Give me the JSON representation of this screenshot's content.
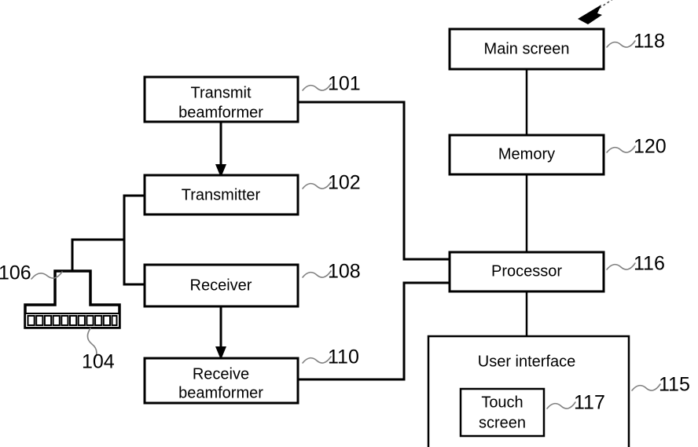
{
  "figure": {
    "title": "Ultrasound system block diagram",
    "line_color": "#000000",
    "lead_color": "#808080",
    "background": "#ffffff"
  },
  "blocks": [
    {
      "id": "transmit-beamformer",
      "label_line1": "Transmit",
      "label_line2": "beamformer",
      "ref": "101"
    },
    {
      "id": "transmitter",
      "label_line1": "Transmitter",
      "label_line2": "",
      "ref": "102"
    },
    {
      "id": "receiver",
      "label_line1": "Receiver",
      "label_line2": "",
      "ref": "108"
    },
    {
      "id": "receive-beamformer",
      "label_line1": "Receive",
      "label_line2": "beamformer",
      "ref": "110"
    },
    {
      "id": "main-screen",
      "label_line1": "Main screen",
      "label_line2": "",
      "ref": "118"
    },
    {
      "id": "memory",
      "label_line1": "Memory",
      "label_line2": "",
      "ref": "120"
    },
    {
      "id": "processor",
      "label_line1": "Processor",
      "label_line2": "",
      "ref": "116"
    },
    {
      "id": "user-interface",
      "label_line1": "User interface",
      "label_line2": "",
      "ref": "115"
    },
    {
      "id": "touch-screen",
      "label_line1": "Touch",
      "label_line2": "screen",
      "ref": "117"
    }
  ],
  "probe": {
    "id": "ultrasound-probe",
    "body_ref": "106",
    "array_ref": "104",
    "element_count": 11
  },
  "labels": {
    "transmit_beamformer_l1": "Transmit",
    "transmit_beamformer_l2": "beamformer",
    "transmitter": "Transmitter",
    "receiver": "Receiver",
    "receive_beamformer_l1": "Receive",
    "receive_beamformer_l2": "beamformer",
    "main_screen": "Main screen",
    "memory": "Memory",
    "processor": "Processor",
    "user_interface": "User interface",
    "touch_screen_l1": "Touch",
    "touch_screen_l2": "screen"
  },
  "refs": {
    "transmit_beamformer": "101",
    "transmitter": "102",
    "receiver": "108",
    "receive_beamformer": "110",
    "main_screen": "118",
    "memory": "120",
    "processor": "116",
    "user_interface": "115",
    "touch_screen": "117",
    "probe_body": "106",
    "probe_array": "104"
  }
}
